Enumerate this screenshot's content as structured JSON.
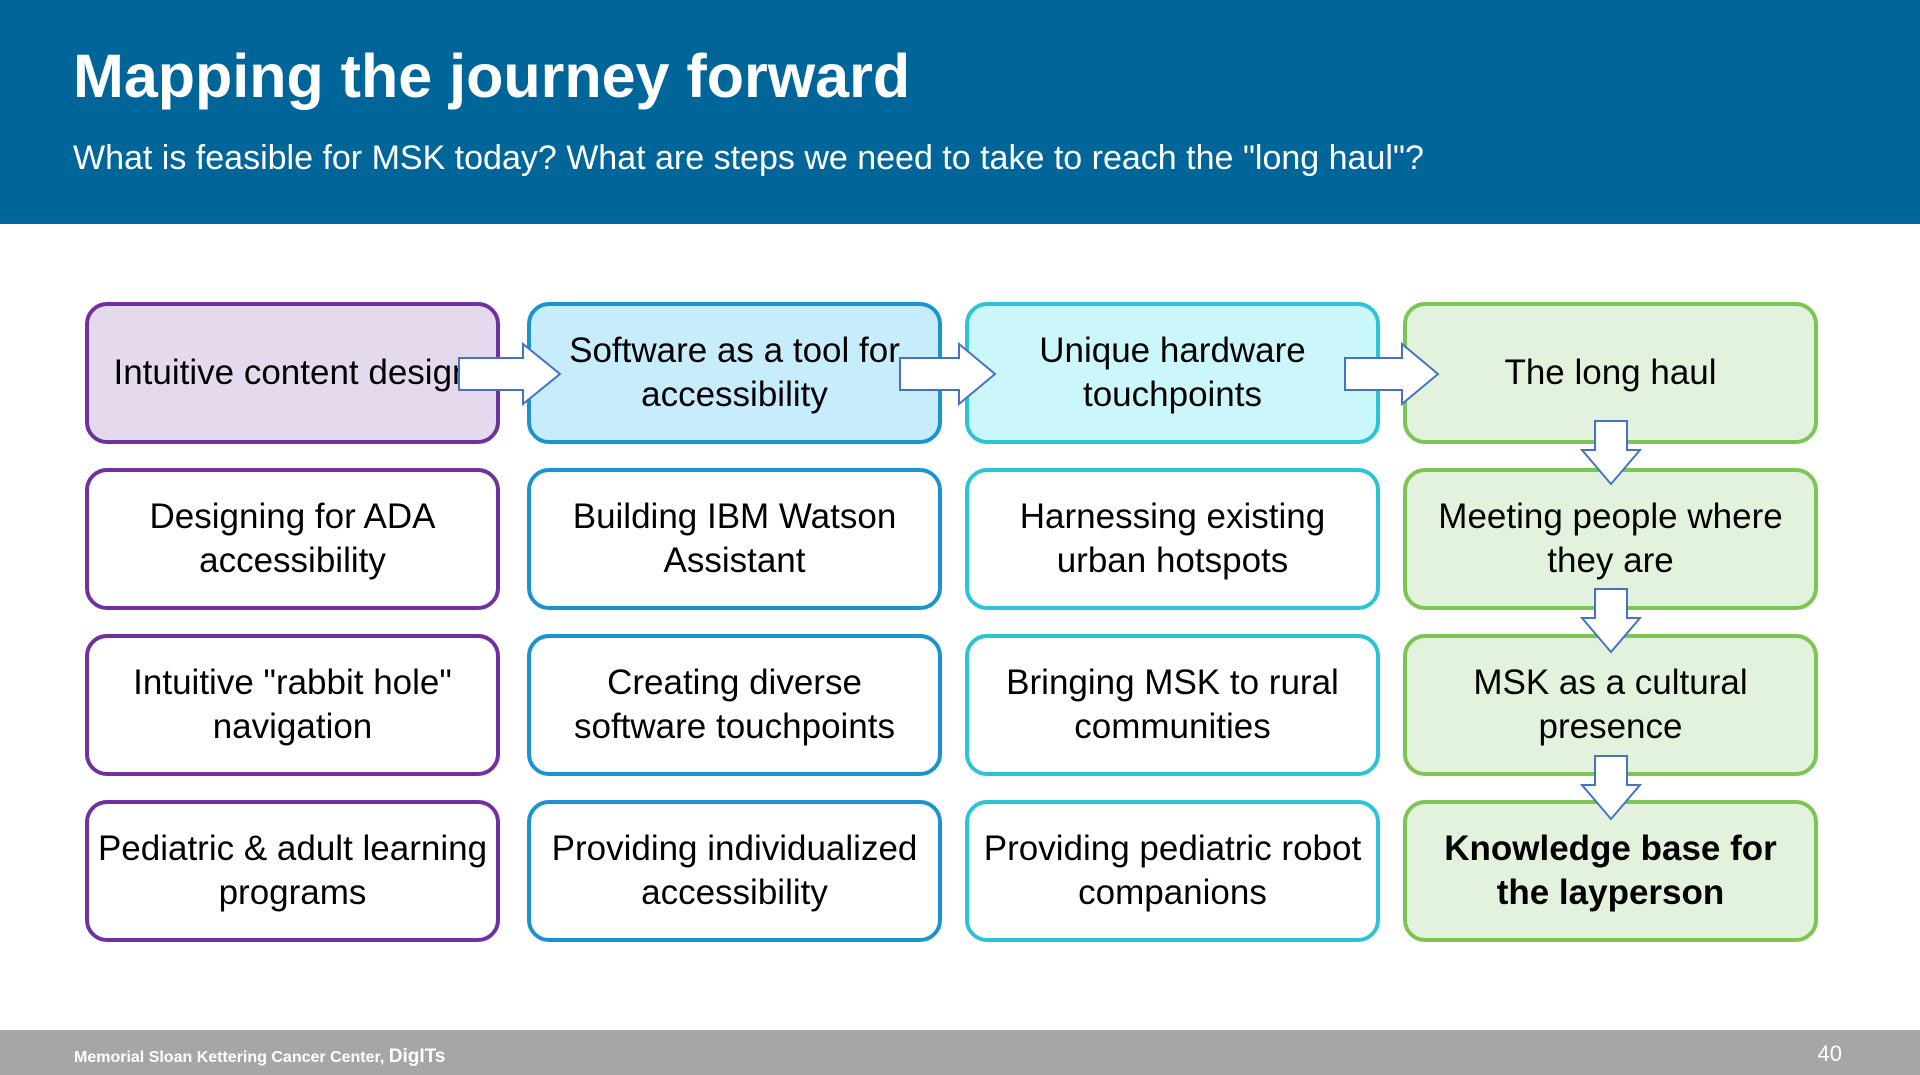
{
  "slide": {
    "title": "Mapping the journey forward",
    "subtitle": "What is feasible for MSK today? What are steps we need to take to reach the \"long haul\"?"
  },
  "columns": [
    {
      "header": "Intuitive content design",
      "items": [
        "Designing for ADA accessibility",
        "Intuitive \"rabbit hole\" navigation",
        "Pediatric & adult learning programs"
      ]
    },
    {
      "header": "Software as a tool for accessibility",
      "items": [
        "Building IBM Watson Assistant",
        "Creating diverse software touchpoints",
        "Providing individualized accessibility"
      ]
    },
    {
      "header": "Unique hardware touchpoints",
      "items": [
        "Harnessing existing urban hotspots",
        "Bringing MSK to rural communities",
        "Providing pediatric robot companions"
      ]
    },
    {
      "header": "The long haul",
      "items": [
        "Meeting people where they are",
        "MSK as a cultural presence",
        "Knowledge base for the layperson"
      ]
    }
  ],
  "colors": {
    "header_band": "#00669a",
    "col1_border": "#7030a0",
    "col2_border": "#1a94cf",
    "col3_border": "#2bc4d4",
    "col4_border": "#7cc553",
    "arrow_stroke": "#4472c4",
    "footer_band": "#a6a6a6"
  },
  "footer": {
    "org": "Memorial Sloan Kettering Cancer Center,",
    "group": "DigITs",
    "page_number": "40"
  }
}
